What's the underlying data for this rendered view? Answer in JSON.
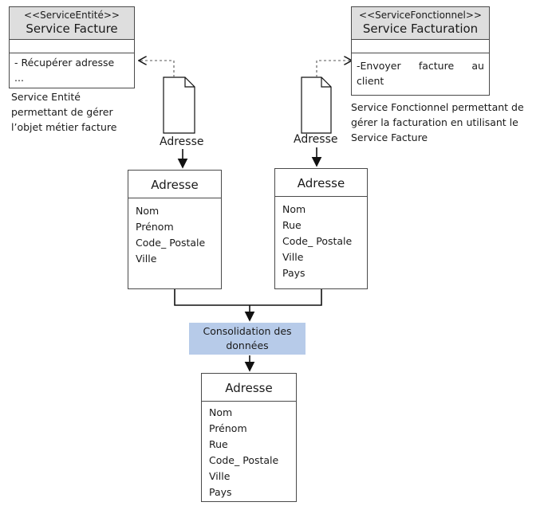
{
  "service_facture": {
    "stereotype": "<<ServiceEntité>>",
    "name": "Service Facture",
    "operations": [
      "- Récupérer adresse",
      "..."
    ]
  },
  "service_facturation": {
    "stereotype": "<<ServiceFonctionnel>>",
    "name": "Service Facturation",
    "operation_line1": [
      "-Envoyer",
      "facture",
      "au"
    ],
    "operation_line2": "client"
  },
  "note_entite": [
    "Service Entité",
    "permettant de gérer",
    " l’objet métier facture"
  ],
  "note_fonctionnel": [
    "Service Fonctionnel permettant de",
    "gérer la facturation en utilisant le",
    "Service Facture"
  ],
  "document_labels": {
    "left": "Adresse",
    "right": "Adresse"
  },
  "adresse_left": {
    "title": "Adresse",
    "attributes": [
      "Nom",
      "Prénom",
      "Code_ Postale",
      "Ville"
    ]
  },
  "adresse_right": {
    "title": "Adresse",
    "attributes": [
      "Nom",
      "Rue",
      "Code_ Postale",
      "Ville",
      "Pays"
    ]
  },
  "consolidation": {
    "line1": "Consolidation des",
    "line2": "données"
  },
  "adresse_result": {
    "title": "Adresse",
    "attributes": [
      "Nom",
      "Prénom",
      "Rue",
      "Code_ Postale",
      "Ville",
      "Pays"
    ]
  },
  "colors": {
    "consolidation_fill": "#b7cbe9",
    "header_fill": "#dedede"
  }
}
